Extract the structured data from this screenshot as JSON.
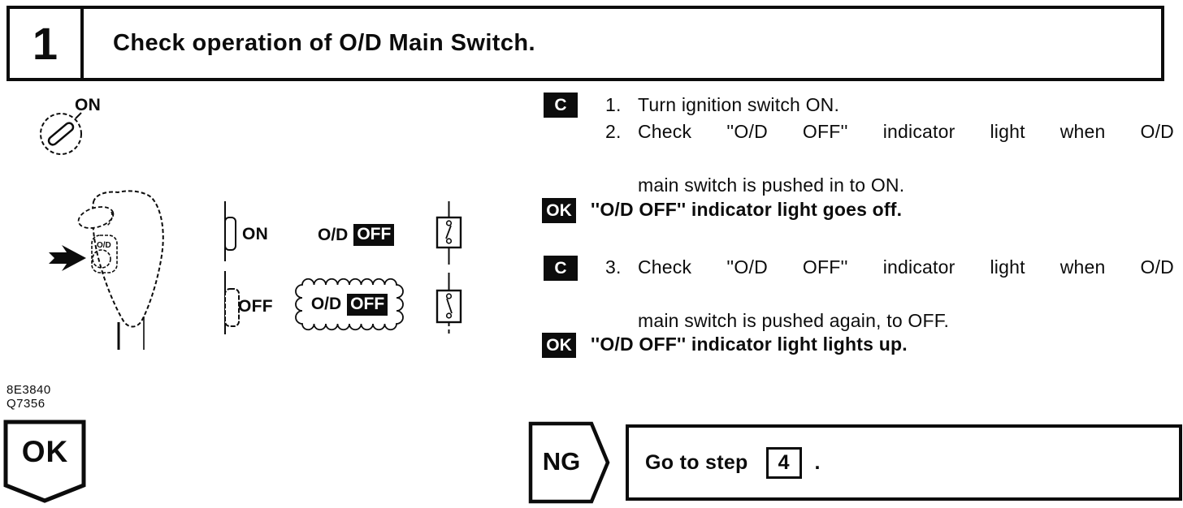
{
  "header": {
    "step_number": "1",
    "title": "Check operation of O/D Main Switch."
  },
  "figure": {
    "ignition": {
      "label": "ON"
    },
    "lever": {
      "button_label": "O/D"
    },
    "rows": [
      {
        "switch_label": "ON",
        "indicator_prefix": "O/D",
        "indicator_box": "OFF",
        "lit": false
      },
      {
        "switch_label": "OFF",
        "indicator_prefix": "O/D",
        "indicator_box": "OFF",
        "lit": true
      }
    ],
    "codes": [
      "8E3840",
      "Q7356"
    ]
  },
  "instructions": {
    "block1": {
      "badge": "C",
      "step1": {
        "num": "1.",
        "line1": "Turn ignition switch ON."
      },
      "step2": {
        "num": "2.",
        "line1": "Check ''O/D OFF'' indicator light when O/D",
        "line2": "main switch is pushed in to ON."
      }
    },
    "result1": {
      "badge": "OK",
      "text": "''O/D OFF'' indicator light goes off."
    },
    "block2": {
      "badge": "C",
      "step3": {
        "num": "3.",
        "line1": "Check ''O/D OFF'' indicator light when O/D",
        "line2": "main switch is pushed again, to OFF."
      }
    },
    "result2": {
      "badge": "OK",
      "text": "''O/D OFF'' indicator light lights up."
    }
  },
  "footer": {
    "ok_label": "OK",
    "ng_label": "NG",
    "ng_text": "Go to step",
    "ng_step": "4",
    "ng_period": "."
  }
}
